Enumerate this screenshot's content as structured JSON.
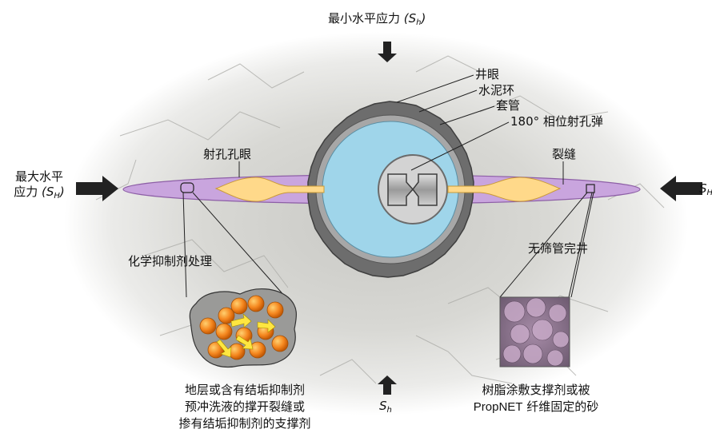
{
  "stress": {
    "min_label": "最小水平应力",
    "min_symbol": "(S",
    "min_sub": "h",
    "min_close": ")",
    "max_line1": "最大水平",
    "max_line2": "应力",
    "max_symbol": "(S",
    "max_sub": "H",
    "max_close": ")",
    "right_symbol": "S",
    "right_sub": "H",
    "bottom_symbol": "S",
    "bottom_sub": "h"
  },
  "labels": {
    "wellbore": "井眼",
    "cement": "水泥环",
    "casing": "套管",
    "phasing": "180° 相位射孔弹",
    "perforation": "射孔孔眼",
    "fracture": "裂缝",
    "chemical": "化学抑制剂处理",
    "screenless": "无筛管完井",
    "left_caption": [
      "地层或含有结垢抑制剂",
      "预冲洗液的撑开裂缝或",
      "掺有结垢抑制剂的支撑剂"
    ],
    "right_caption_1": "树脂涂敷支撑剂或被",
    "right_caption_brand": "PropNET",
    "right_caption_rest": " 纤维固定的砂"
  },
  "colors": {
    "fracture_plane": "#c9a5de",
    "perforation_fill": "#ffd98a",
    "wellbore_inner": "#9fd5ea",
    "cement_ring": "#6d6d6d",
    "casing_ring": "#a7a7a7",
    "proppant": "#f5871f"
  }
}
